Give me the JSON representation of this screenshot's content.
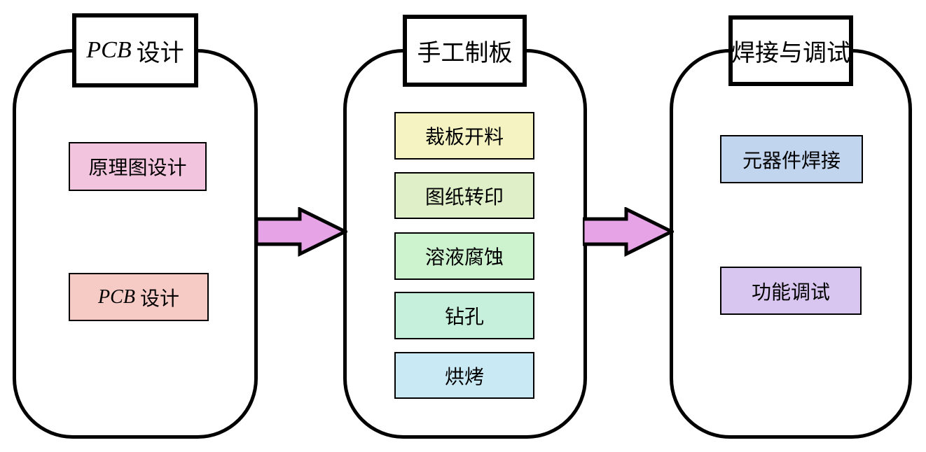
{
  "diagram": {
    "arrow_color": "#E6A3E6",
    "panels": [
      {
        "title": {
          "latin": "PCB",
          "zh": "设计"
        },
        "boxes": [
          {
            "label": "原理图设计",
            "color": "#F2C4DE"
          },
          {
            "label_latin": "PCB",
            "label": "设计",
            "color": "#F6CAC5"
          }
        ]
      },
      {
        "title": {
          "latin": "",
          "zh": "手工制板"
        },
        "boxes": [
          {
            "label": "裁板开料",
            "color": "#F5F3C2"
          },
          {
            "label": "图纸转印",
            "color": "#DFF0C8"
          },
          {
            "label": "溶液腐蚀",
            "color": "#CDF2CE"
          },
          {
            "label": "钻孔",
            "color": "#C7F0DC"
          },
          {
            "label": "烘烤",
            "color": "#C9E9F5"
          }
        ]
      },
      {
        "title": {
          "latin": "",
          "zh": "焊接与调试"
        },
        "boxes": [
          {
            "label": "元器件焊接",
            "color": "#C2D5EF"
          },
          {
            "label": "功能调试",
            "color": "#D9C6F0"
          }
        ]
      }
    ]
  }
}
